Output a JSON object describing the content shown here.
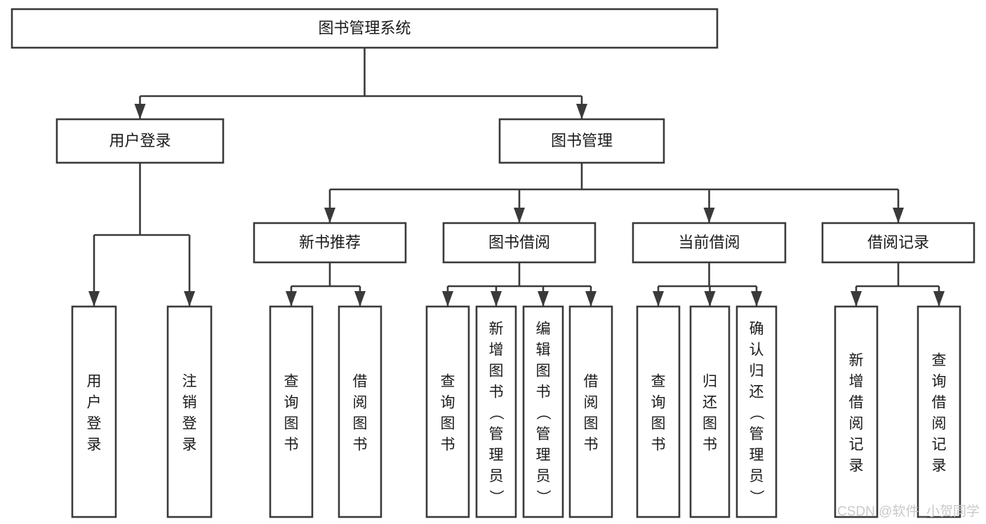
{
  "diagram": {
    "title": "图书管理系统",
    "type": "tree-hierarchy",
    "orientation": "top-down",
    "colors": {
      "box_stroke": "#3a3a3a",
      "box_fill": "#ffffff",
      "text": "#1b1b1b",
      "connector": "#3a3a3a",
      "background": "#ffffff",
      "watermark": "#c9c9c9"
    }
  },
  "root": {
    "label": "图书管理系统"
  },
  "level2": [
    {
      "label": "用户登录"
    },
    {
      "label": "图书管理"
    }
  ],
  "level3": [
    {
      "label": "新书推荐"
    },
    {
      "label": "图书借阅"
    },
    {
      "label": "当前借阅"
    },
    {
      "label": "借阅记录"
    }
  ],
  "leaves": {
    "user_login": [
      {
        "label": "用户登录"
      },
      {
        "label": "注销登录"
      }
    ],
    "new_book_recommend": [
      {
        "label": "查询图书"
      },
      {
        "label": "借阅图书"
      }
    ],
    "book_borrow": [
      {
        "label": "查询图书"
      },
      {
        "label": "新增图书（管理员）"
      },
      {
        "label": "编辑图书（管理员）"
      },
      {
        "label": "借阅图书"
      }
    ],
    "current_borrow": [
      {
        "label": "查询图书"
      },
      {
        "label": "归还图书"
      },
      {
        "label": "确认归还（管理员）"
      }
    ],
    "borrow_record": [
      {
        "label": "新增借阅记录"
      },
      {
        "label": "查询借阅记录"
      }
    ]
  },
  "watermark": {
    "text": "CSDN @软件_小贺同学"
  }
}
